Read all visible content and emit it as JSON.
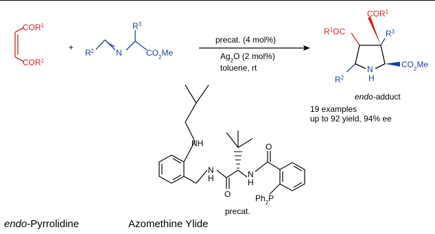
{
  "colors": {
    "reactant_dicarbonyl": "#d6201c",
    "reactant_ylide": "#1d3f9c",
    "structure": "#000000"
  },
  "reactant1": {
    "top_group": "COR",
    "top_sup": "1",
    "bottom_group": "COR",
    "bottom_sup": "1"
  },
  "plus_sign": "+",
  "reactant2": {
    "r2": "R",
    "r2_sup": "2",
    "n": "N",
    "r3": "R",
    "r3_sup": "3",
    "ester": "CO",
    "ester_sub": "2",
    "ester_tail": "Me"
  },
  "conditions": {
    "line1": "precat.  (4 mol%)",
    "line2_pre": "Ag",
    "line2_sub": "2",
    "line2_post": "O (2 mol%)",
    "line3": "toluene, rt"
  },
  "product": {
    "cor1": "COR",
    "cor1_sup": "1",
    "r1oc_pre": "R",
    "r1oc_sup": "1",
    "r1oc_post": "OC",
    "r3": "R",
    "r3_sup": "3",
    "ester": "CO",
    "ester_sub": "2",
    "ester_tail": "Me",
    "r2": "R",
    "r2_sup": "2",
    "n": "N",
    "h": "H"
  },
  "adduct_label_italic": "endo",
  "adduct_label_rest": "-adduct",
  "results": {
    "line1": "19 examples",
    "line2": "up to 92 yield, 94% ee"
  },
  "catalyst": {
    "nh_top": "NH",
    "nh_mid": "N",
    "h_mid": "H",
    "nh_right": "N",
    "h_right": "H",
    "o_top": "O",
    "o_bottom": "O",
    "ph2p_pre": "Ph",
    "ph2p_sub": "2",
    "ph2p_post": "P",
    "label": "precat."
  },
  "captions": {
    "left_italic": "endo",
    "left_rest": "-Pyrrolidine",
    "right": "Azomethine Ylide"
  }
}
